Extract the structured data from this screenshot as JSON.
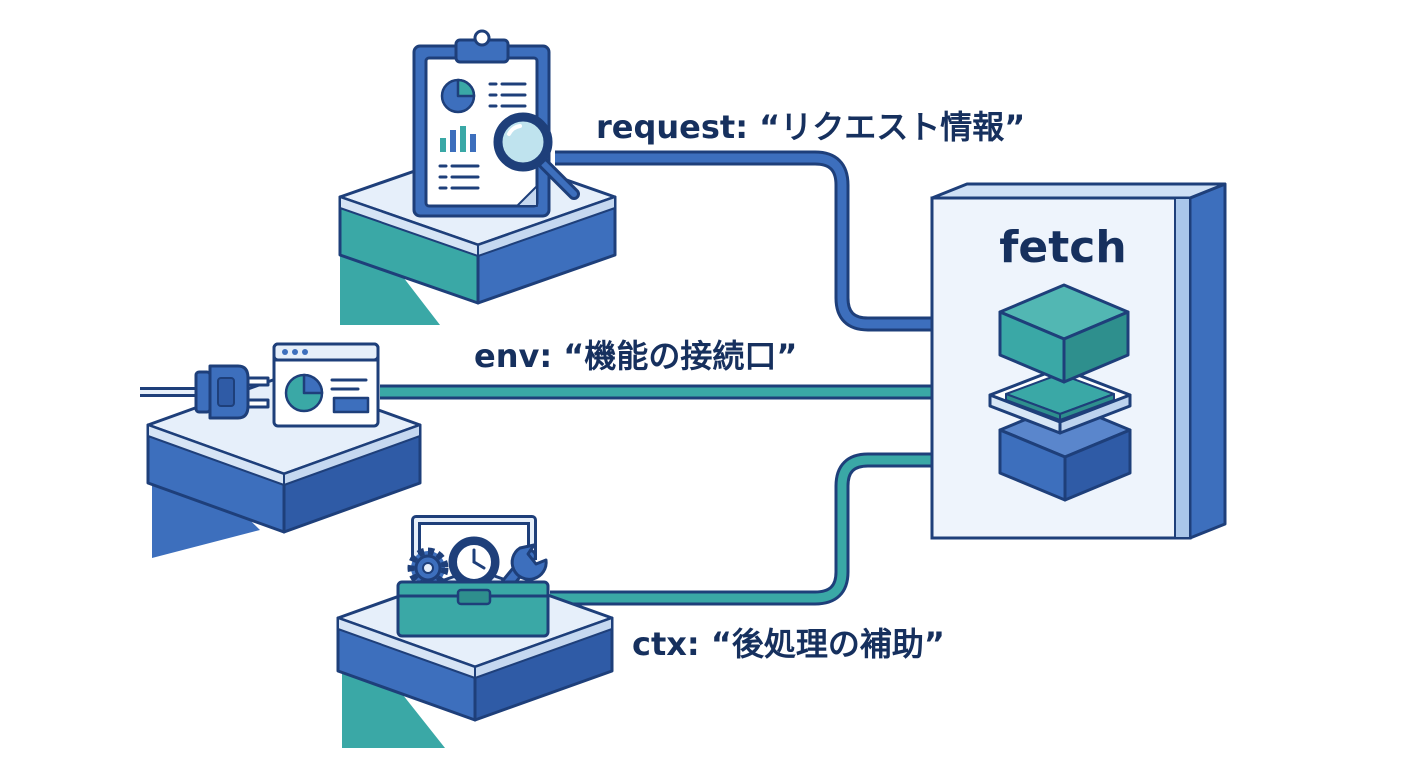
{
  "target": {
    "title": "fetch"
  },
  "inputs": [
    {
      "id": "request",
      "label": "request: “リクエスト情報”",
      "icon": "clipboard-magnifier-icon"
    },
    {
      "id": "env",
      "label": "env: “機能の接続口”",
      "icon": "plug-window-icon"
    },
    {
      "id": "ctx",
      "label": "ctx: “後処理の補助”",
      "icon": "toolbox-icon"
    }
  ],
  "colors": {
    "navy": "#1e3f7a",
    "blue": "#3d6fbd",
    "teal": "#3aa8a6",
    "pale": "#e6effa",
    "text": "#16305e"
  }
}
